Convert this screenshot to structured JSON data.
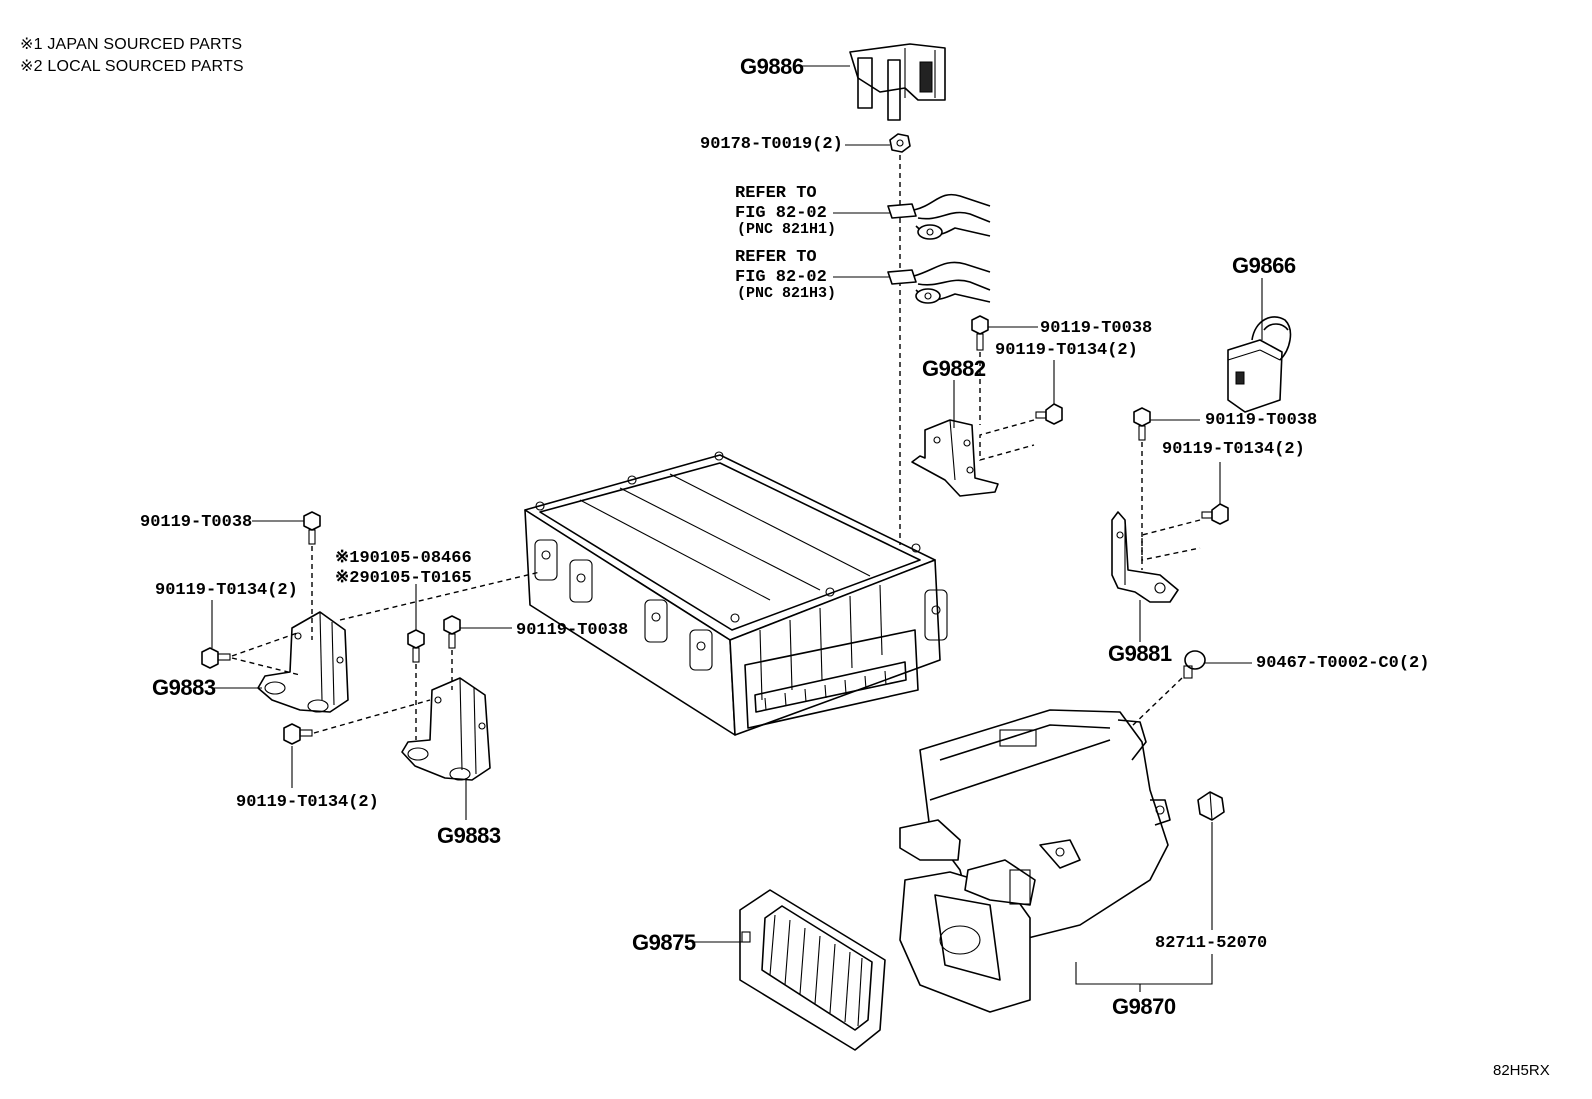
{
  "legend": {
    "line1": "※1 JAPAN SOURCED PARTS",
    "line2": "※2 LOCAL SOURCED PARTS"
  },
  "callouts": {
    "g9886": "G9886",
    "p90178": "90178-T0019(2)",
    "ref1_a": "REFER TO",
    "ref1_b": "FIG 82-02",
    "ref1_c": "(PNC 821H1)",
    "ref2_a": "REFER TO",
    "ref2_b": "FIG 82-02",
    "ref2_c": "(PNC 821H3)",
    "g9866": "G9866",
    "p_t0038_a": "90119-T0038",
    "p_t0134_a": "90119-T0134(2)",
    "g9882": "G9882",
    "p_t0038_b": "90119-T0038",
    "p_t0134_b": "90119-T0134(2)",
    "p_t0038_c": "90119-T0038",
    "p_j1": "※190105-08466",
    "p_j2": "※290105-T0165",
    "p_t0134_c": "90119-T0134(2)",
    "p_t0038_d": "90119-T0038",
    "g9881": "G9881",
    "p_90467": "90467-T0002-C0(2)",
    "g9883_a": "G9883",
    "p_t0134_d": "90119-T0134(2)",
    "g9883_b": "G9883",
    "g9875": "G9875",
    "p_82711": "82711-52070",
    "g9870": "G9870"
  },
  "figure_code": "82H5RX",
  "colors": {
    "ink": "#000000",
    "paper": "#ffffff"
  }
}
